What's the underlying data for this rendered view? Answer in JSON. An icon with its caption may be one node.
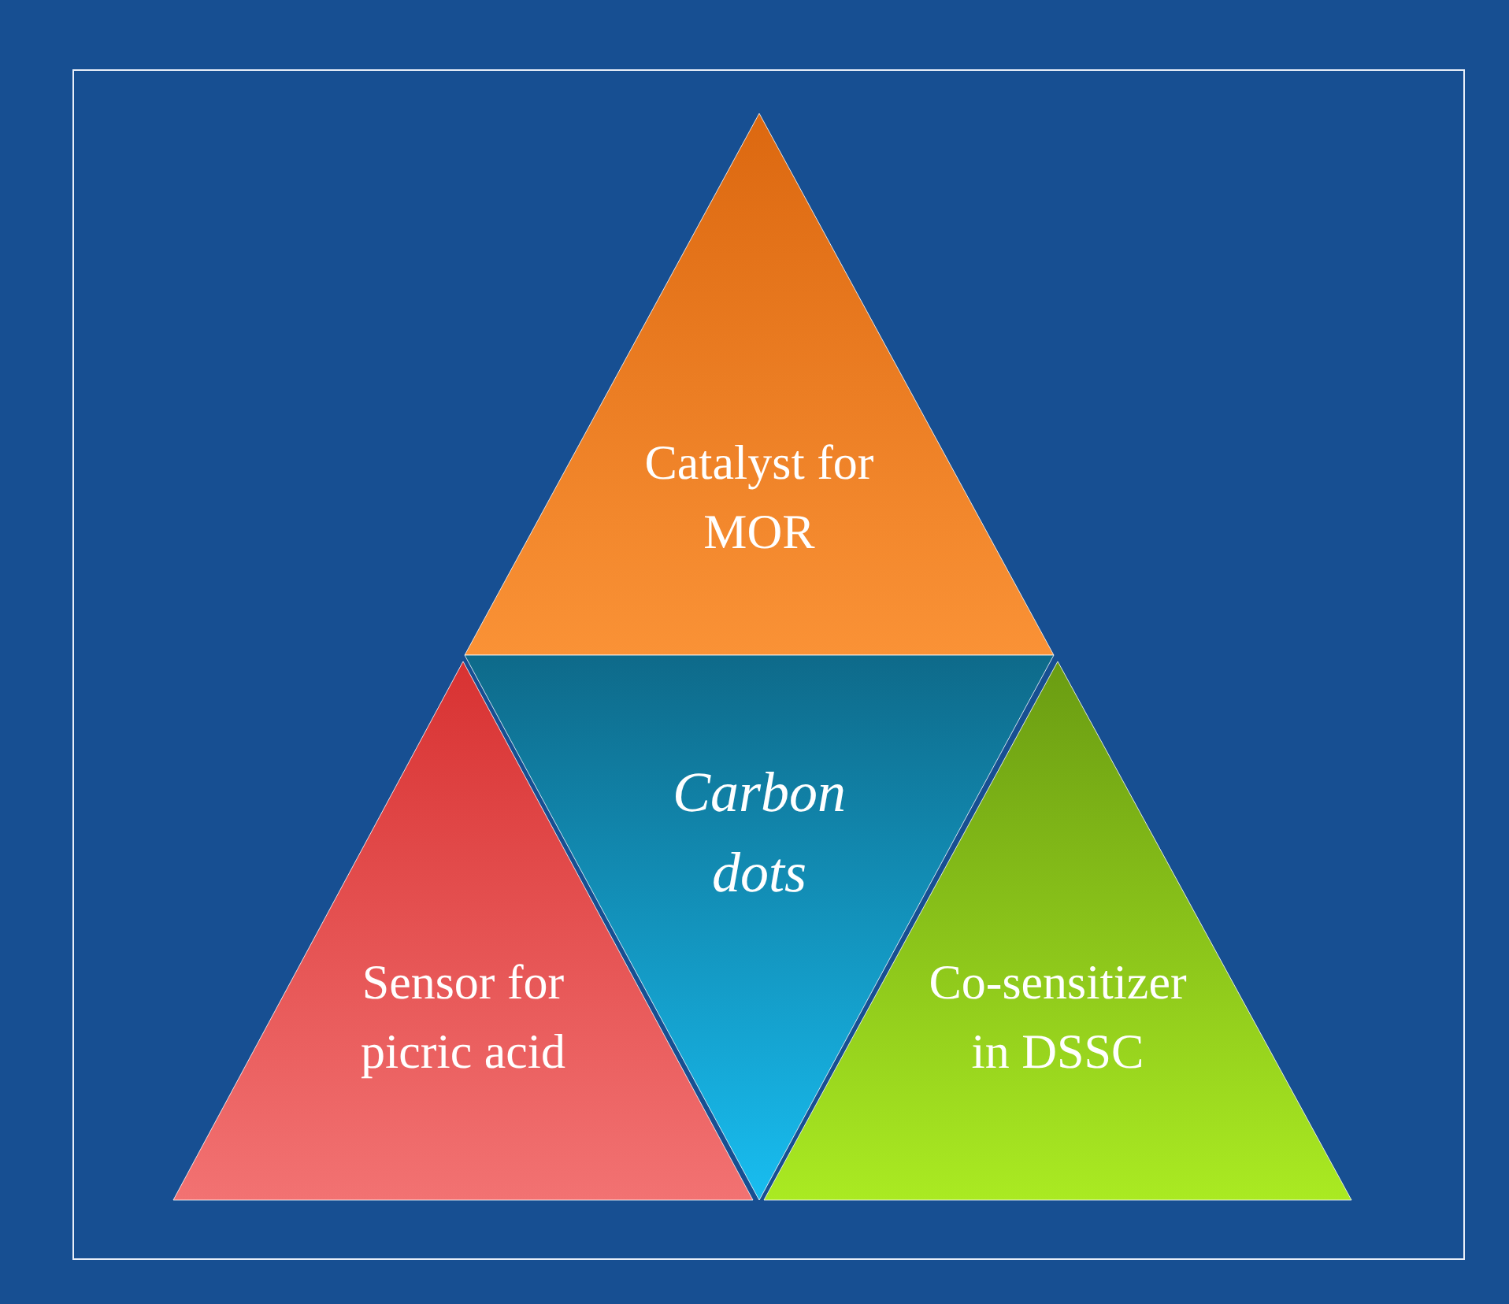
{
  "diagram": {
    "nodes": [
      {
        "text": [
          "Catalyst for MOR"
        ]
      },
      {
        "text": [
          "Carbon dots"
        ]
      },
      {
        "text": [
          "Sensor for picric acid"
        ]
      },
      {
        "text": [
          "Co-sensitizer in DSSC"
        ]
      }
    ]
  }
}
